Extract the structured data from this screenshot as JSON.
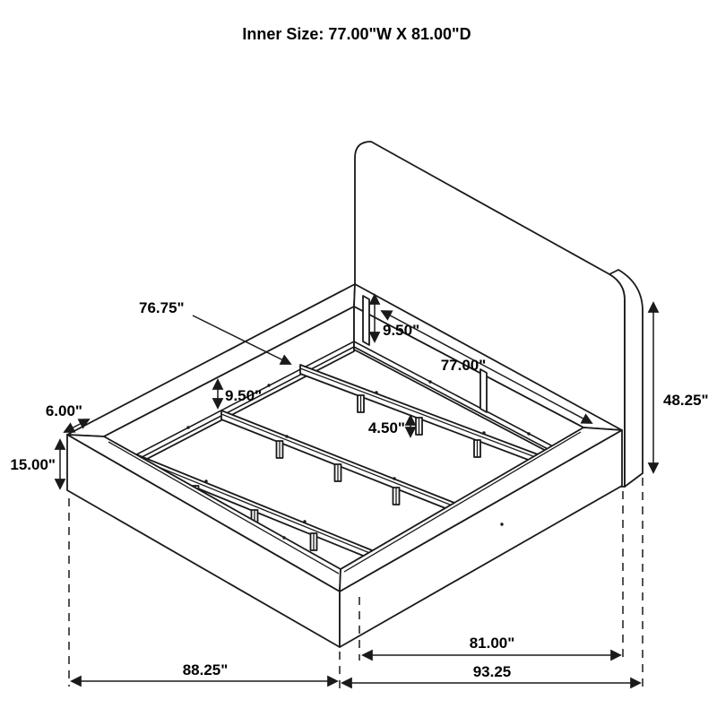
{
  "title": "Inner Size: 77.00\"W X 81.00\"D",
  "dimensions": {
    "center_rail_length": "76.75\"",
    "platform_drop_side": "9.50\"",
    "platform_drop_head": "9.50\"",
    "inner_width": "77.00\"",
    "headboard_height": "48.25\"",
    "rail_thickness": "6.00\"",
    "rail_height": "15.00\"",
    "support_leg_height": "4.50\"",
    "inner_depth": "81.00\"",
    "outer_width": "88.25\"",
    "outer_depth": "93.25"
  },
  "colors": {
    "line_color": "#1a1a1a",
    "background": "#ffffff"
  }
}
